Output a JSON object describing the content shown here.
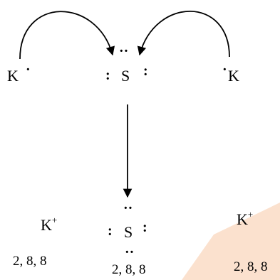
{
  "colors": {
    "ink": "#000000",
    "watermark": "#f7c9a6"
  },
  "reactants": {
    "k_left": {
      "symbol": "K",
      "dots": "·"
    },
    "sulfur": {
      "symbol": "S",
      "left_dots": ":",
      "top_dots": "··",
      "right_dots": ":"
    },
    "k_right": {
      "symbol": "K",
      "dots": "·"
    }
  },
  "products": {
    "k_ion_left": {
      "symbol": "K",
      "charge": "+",
      "config": "2, 8, 8"
    },
    "sulfide": {
      "symbol": "S",
      "left_dots": ":",
      "top_dots": "··",
      "right_dots": ":",
      "bottom_dots": "··",
      "config": "2, 8, 8"
    },
    "k_ion_right": {
      "symbol": "K",
      "charge": "+",
      "config": "2, 8, 8"
    }
  }
}
